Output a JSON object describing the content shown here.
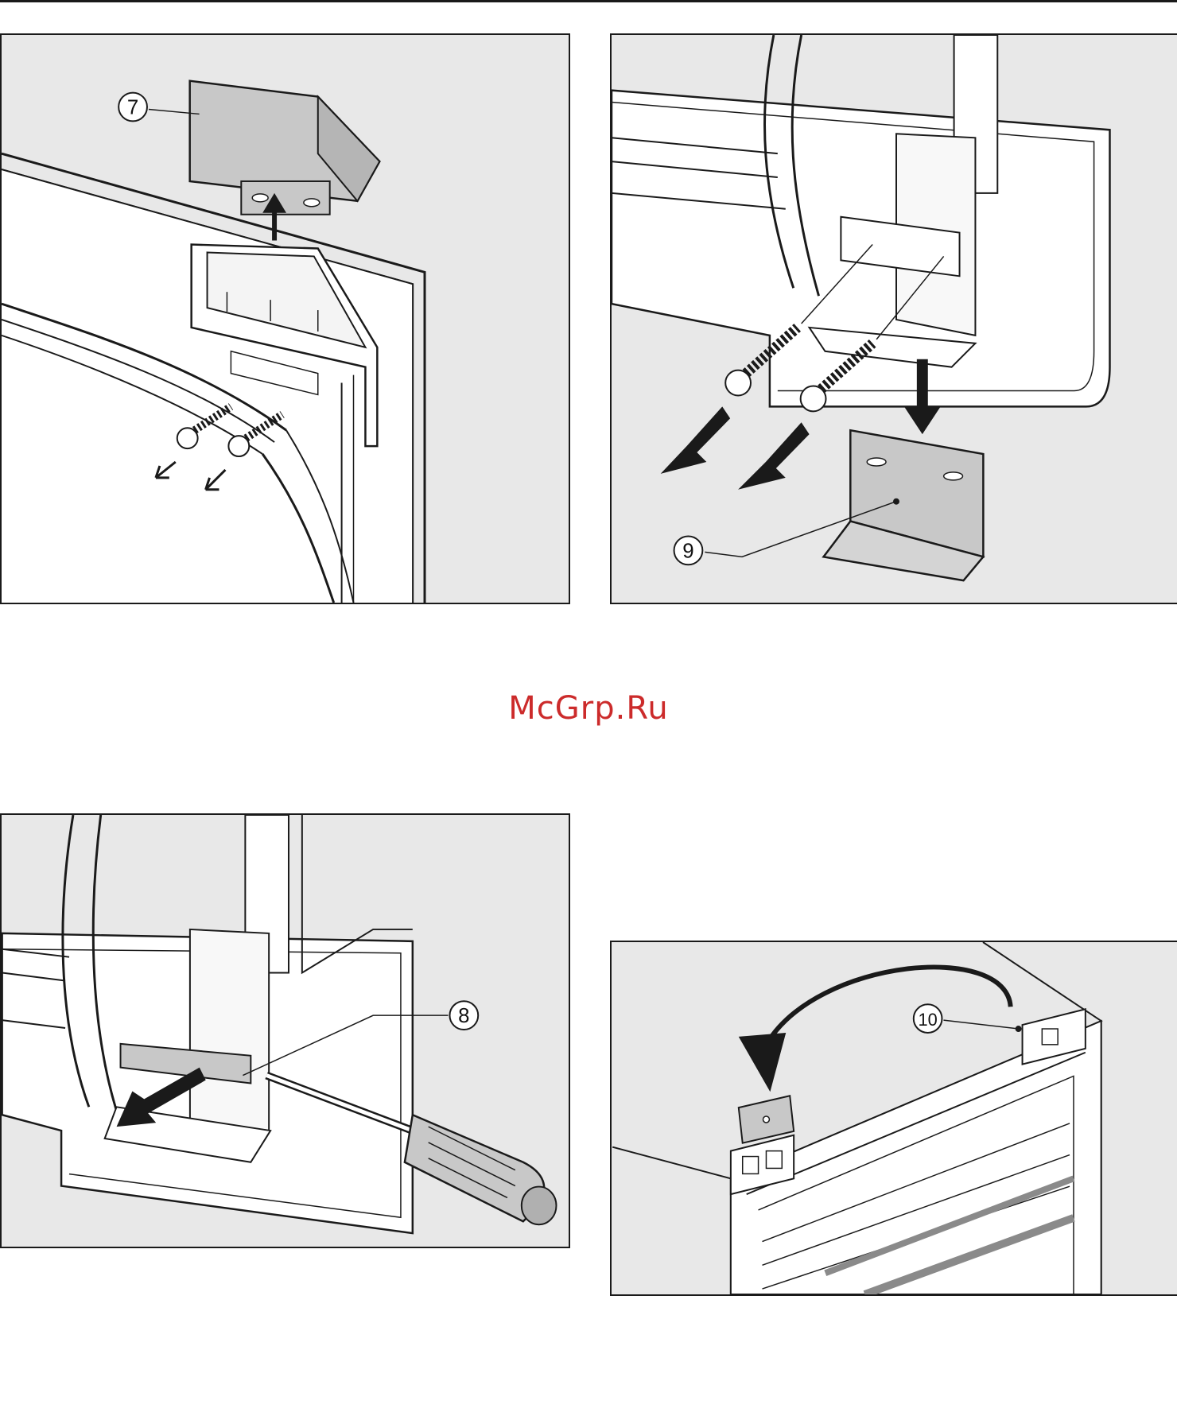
{
  "watermark": "McGrp.Ru",
  "callouts": {
    "c7": "7",
    "c8": "8",
    "c9": "9",
    "c10": "10"
  },
  "colors": {
    "panel_bg": "#e8e8e8",
    "line": "#1a1a1a",
    "part_fill": "#c8c8c8",
    "watermark": "#cc2b2b"
  },
  "icons": {
    "arrow": "arrow-icon",
    "screw": "screw-icon",
    "screwdriver": "screwdriver-icon"
  }
}
